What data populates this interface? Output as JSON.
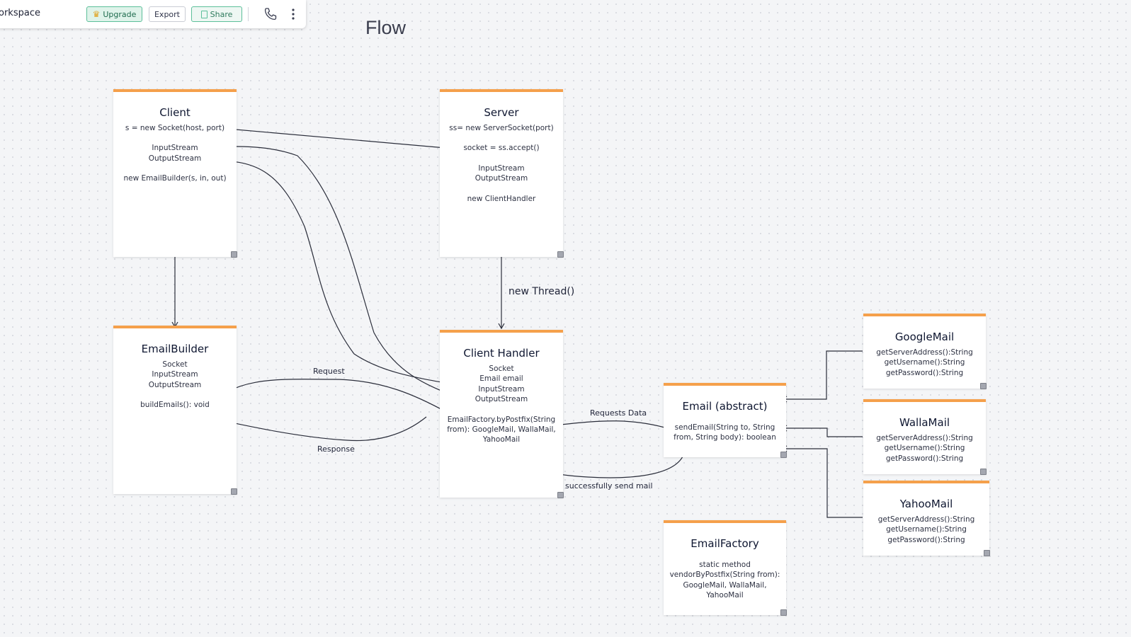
{
  "toolbar": {
    "workspace_name": "orkspace",
    "upgrade_label": "Upgrade",
    "upgrade_icon": "crown-icon",
    "export_label": "Export",
    "share_label": "Share",
    "call_icon": "phone-icon",
    "more_icon": "more-vertical-icon"
  },
  "board": {
    "title": "Flow"
  },
  "colors": {
    "card_accent": "#f5a04b",
    "upgrade_green": "#5cbf9a"
  },
  "cards": {
    "client": {
      "title": "Client",
      "l1": "s = new Socket(host, port)",
      "l2": "InputStream",
      "l3": "OutputStream",
      "l4": "new EmailBuilder(s, in, out)"
    },
    "server": {
      "title": "Server",
      "l1": "ss= new ServerSocket(port)",
      "l2": "socket = ss.accept()",
      "l3": "InputStream",
      "l4": "OutputStream",
      "l5": "new ClientHandler"
    },
    "email_builder": {
      "title": "EmailBuilder",
      "l1": "Socket",
      "l2": "InputStream",
      "l3": "OutputStream",
      "l4": "buildEmails(): void"
    },
    "client_handler": {
      "title": "Client Handler",
      "l1": "Socket",
      "l2": "Email email",
      "l3": "InputStream",
      "l4": "OutputStream",
      "l5": "EmailFactory.byPostfix(String",
      "l6": "from): GoogleMail, WallaMail,",
      "l7": "YahooMail"
    },
    "email_abstract": {
      "title": "Email (abstract)",
      "l1": "sendEmail(String to, String",
      "l2": "from, String body): boolean"
    },
    "google_mail": {
      "title": "GoogleMail",
      "l1": "getServerAddress():String",
      "l2": "getUsername():String",
      "l3": "getPassword():String"
    },
    "walla_mail": {
      "title": "WallaMail",
      "l1": "getServerAddress():String",
      "l2": "getUsername():String",
      "l3": "getPassword():String"
    },
    "yahoo_mail": {
      "title": "YahooMail",
      "l1": "getServerAddress():String",
      "l2": "getUsername():String",
      "l3": "getPassword():String"
    },
    "email_factory": {
      "title": "EmailFactory",
      "l1": "static method",
      "l2": "vendorByPostfix(String from):",
      "l3": "GoogleMail, WallaMail,",
      "l4": "YahooMail"
    }
  },
  "labels": {
    "new_thread": "new Thread()",
    "request": "Request",
    "response": "Response",
    "requests_data": "Requests Data",
    "successfully_send_mail": "successfully send mail"
  }
}
